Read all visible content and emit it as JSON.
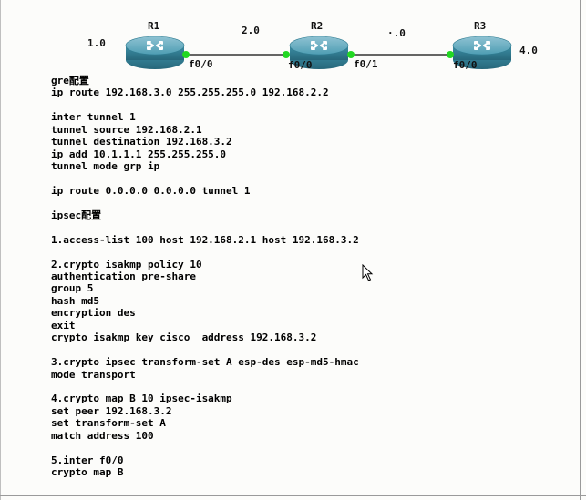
{
  "topology": {
    "routers": [
      {
        "name": "R1"
      },
      {
        "name": "R2"
      },
      {
        "name": "R3"
      }
    ],
    "network_labels": [
      "1.0",
      "2.0",
      "·.0",
      "4.0"
    ],
    "interface_labels": [
      "f0/0",
      "f0/0",
      "f0/1",
      "f0/0"
    ],
    "link_endpoint_color": "#22d822",
    "router_color": "#3d8fa6"
  },
  "config_lines": [
    "gre配置",
    "ip route 192.168.3.0 255.255.255.0 192.168.2.2",
    "",
    "inter tunnel 1",
    "tunnel source 192.168.2.1",
    "tunnel destination 192.168.3.2",
    "ip add 10.1.1.1 255.255.255.0",
    "tunnel mode grp ip",
    "",
    "ip route 0.0.0.0 0.0.0.0 tunnel 1",
    "",
    "ipsec配置",
    "",
    "1.access-list 100 host 192.168.2.1 host 192.168.3.2",
    "",
    "2.crypto isakmp policy 10",
    "authentication pre-share",
    "group 5",
    "hash md5",
    "encryption des",
    "exit",
    "crypto isakmp key cisco  address 192.168.3.2",
    "",
    "3.crypto ipsec transform-set A esp-des esp-md5-hmac",
    "mode transport",
    "",
    "4.crypto map B 10 ipsec-isakmp",
    "set peer 192.168.3.2",
    "set transform-set A",
    "match address 100",
    "",
    "5.inter f0/0",
    "crypto map B"
  ]
}
